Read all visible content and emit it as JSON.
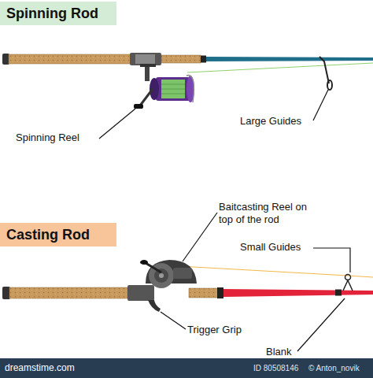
{
  "diagram": {
    "nodes": [
      {
        "text": [
          "Spinning Rod"
        ]
      },
      {
        "text": [
          "Casting Rod"
        ]
      },
      {
        "text": [
          "dreamstime.com",
          "ID 80508146",
          "© Anton_novik"
        ]
      }
    ],
    "labels": [
      "Spinning Reel",
      "Large Guides",
      "Baitcasting Reel on top of the rod",
      "Small Guides",
      "Trigger Grip",
      "Blank"
    ]
  }
}
